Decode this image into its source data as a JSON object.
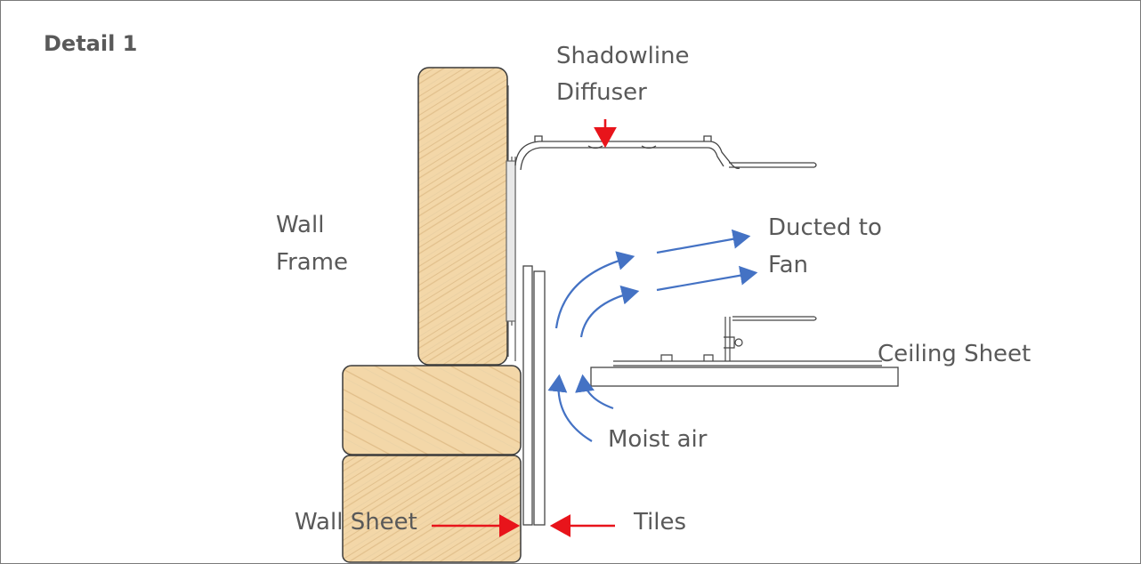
{
  "title": "Detail 1",
  "labels": {
    "shadowline_1": "Shadowline",
    "shadowline_2": "Diffuser",
    "wall_1": "Wall",
    "wall_2": "Frame",
    "ducted_1": "Ducted to",
    "ducted_2": "Fan",
    "ceiling": "Ceiling Sheet",
    "moist": "Moist air",
    "wall_sheet": "Wall Sheet",
    "tiles": "Tiles"
  },
  "colors": {
    "timber": "#f3d7a8",
    "timber_grain": "#d9b67f",
    "timber_edge": "#3a3a3a",
    "airflow_arrow": "#4472c4",
    "callout_arrow": "#e8141b",
    "text": "#595959",
    "border": "#7a7a7a"
  }
}
